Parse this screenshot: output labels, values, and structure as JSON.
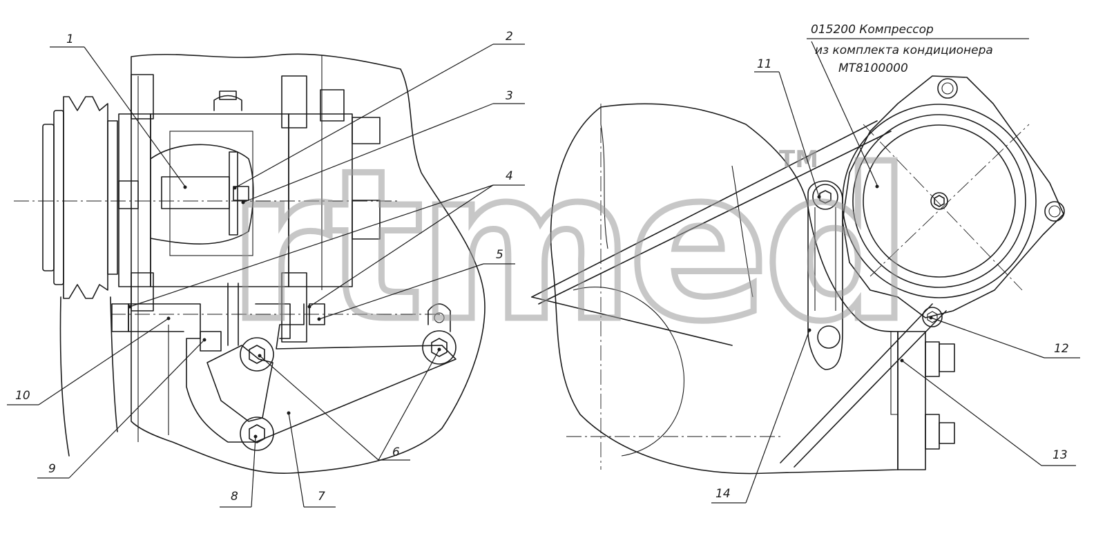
{
  "title": {
    "line1": "015200 Компрессор",
    "line2": "из комплекта кондиционера",
    "line3": "МТ8100000"
  },
  "callouts": [
    "1",
    "2",
    "3",
    "4",
    "5",
    "6",
    "7",
    "8",
    "9",
    "10",
    "11",
    "12",
    "13",
    "14"
  ],
  "watermark": {
    "logo_text": "rtmed",
    "tm": "TM"
  },
  "colors": {
    "ink": "#1a1a1a",
    "watermark": "#9a9a9a",
    "background": "#ffffff"
  }
}
